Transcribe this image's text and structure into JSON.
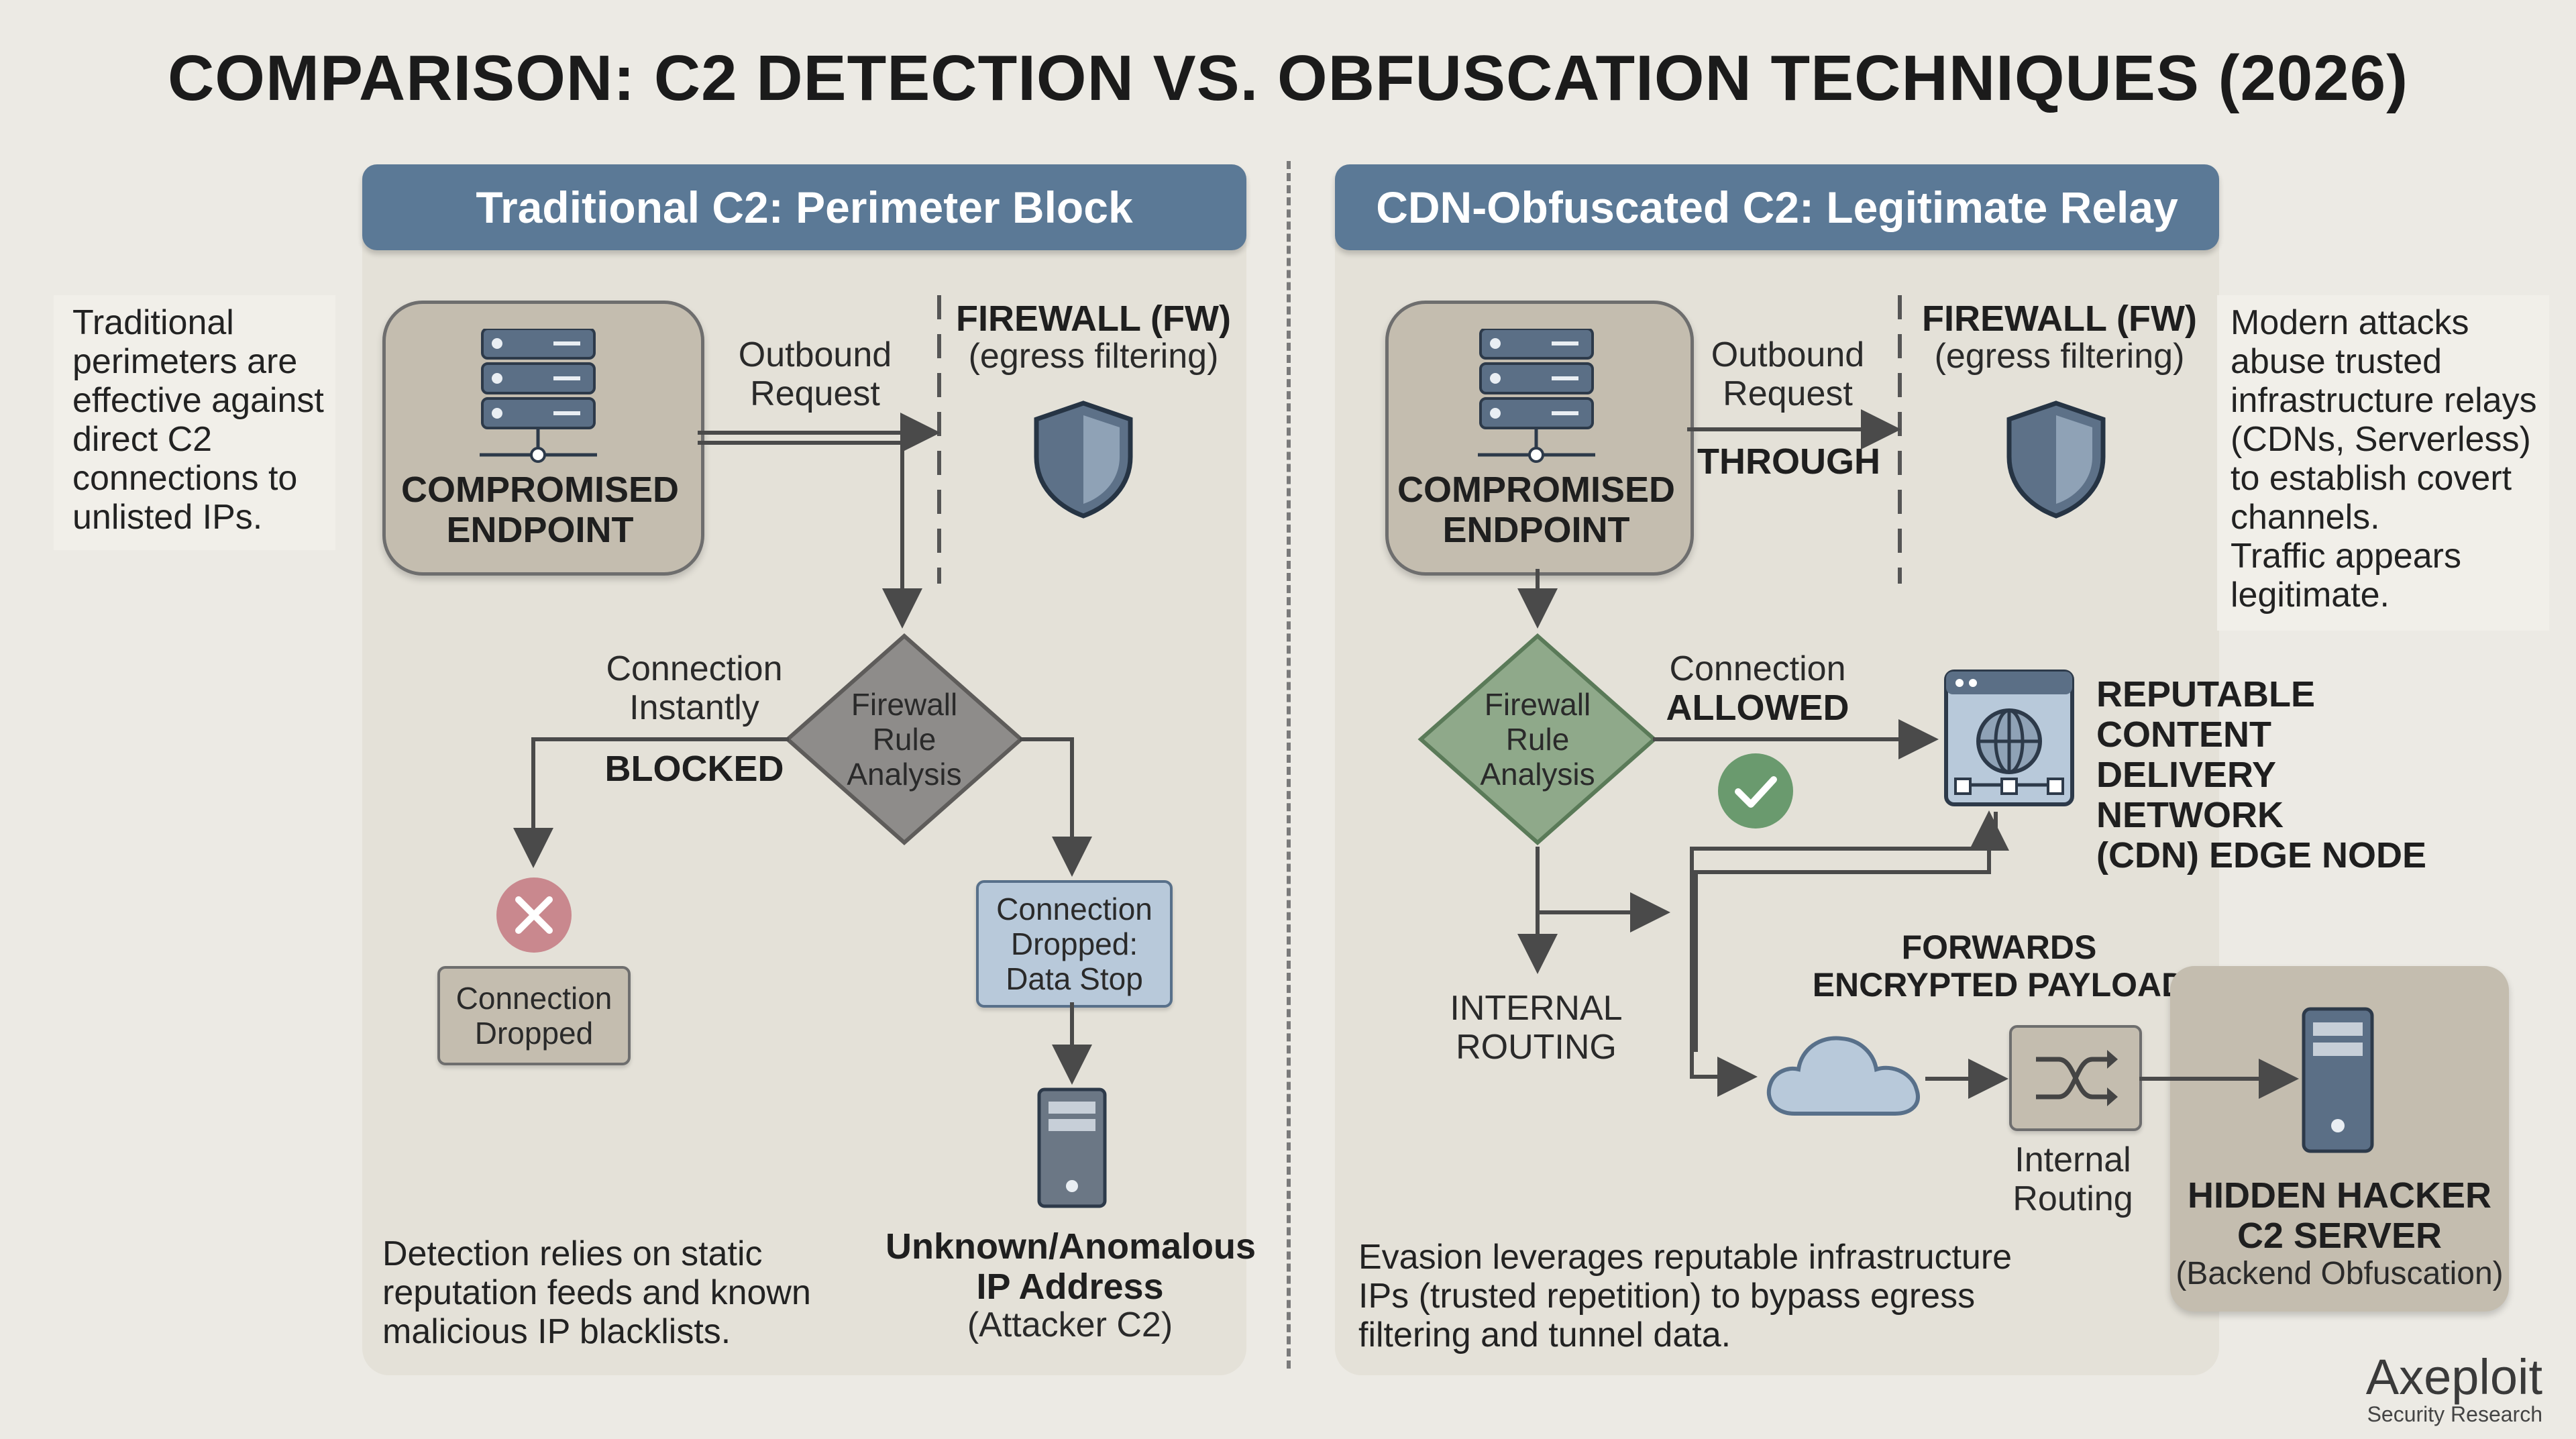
{
  "title": "COMPARISON: C2 DETECTION VS. OBFUSCATION TECHNIQUES (2026)",
  "left": {
    "header": "Traditional C2: Perimeter Block",
    "side_note": "Traditional\nperimeters are\neffective against\ndirect C2\nconnections to\nunlisted IPs.",
    "endpoint_label": "COMPROMISED\nENDPOINT",
    "outbound_label": "Outbound\nRequest",
    "firewall_title": "FIREWALL (FW)",
    "firewall_sub": "(egress filtering)",
    "connection_label": "Connection\nInstantly",
    "blocked_label": "BLOCKED",
    "diamond_label": "Firewall\nRule\nAnalysis",
    "dropped_label": "Connection\nDropped",
    "dropped_data_label": "Connection\nDropped:\nData Stop",
    "unknown_ip_title": "Unknown/Anomalous\nIP Address",
    "unknown_ip_sub": "(Attacker C2)",
    "bottom_note": "Detection relies on static\nreputation feeds and known\nmalicious IP blacklists."
  },
  "right": {
    "header": "CDN-Obfuscated C2: Legitimate Relay",
    "side_note": "Modern attacks\nabuse trusted\ninfrastructure relays\n(CDNs, Serverless)\nto establish covert\nchannels.\nTraffic appears\nlegitimate.",
    "endpoint_label": "COMPROMISED\nENDPOINT",
    "outbound_label": "Outbound\nRequest",
    "through_label": "THROUGH",
    "firewall_title": "FIREWALL (FW)",
    "firewall_sub": "(egress filtering)",
    "diamond_label": "Firewall\nRule\nAnalysis",
    "connection_label": "Connection",
    "allowed_label": "ALLOWED",
    "cdn_label": "REPUTABLE CONTENT\nDELIVERY NETWORK\n(CDN) EDGE NODE",
    "internal_routing_upper": "INTERNAL\nROUTING",
    "forwards_label": "FORWARDS\nENCRYPTED PAYLOAD",
    "internal_routing": "Internal\nRouting",
    "hacker_title": "HIDDEN HACKER\nC2 SERVER",
    "hacker_sub": "(Backend Obfuscation)",
    "bottom_note": "Evasion leverages reputable infrastructure\nIPs (trusted repetition) to bypass egress\nfiltering and tunnel data."
  },
  "brand": {
    "name": "Axeploit",
    "tagline": "Security Research"
  },
  "colors": {
    "header_blue": "#5b7996",
    "endpoint_tan": "#c4bdaf",
    "diamond_gray": "#8e8c8a",
    "diamond_green": "#8fa98a",
    "box_blue": "#b8c9da",
    "blocked_red": "#c9888e",
    "allowed_green": "#6a9a6e"
  }
}
